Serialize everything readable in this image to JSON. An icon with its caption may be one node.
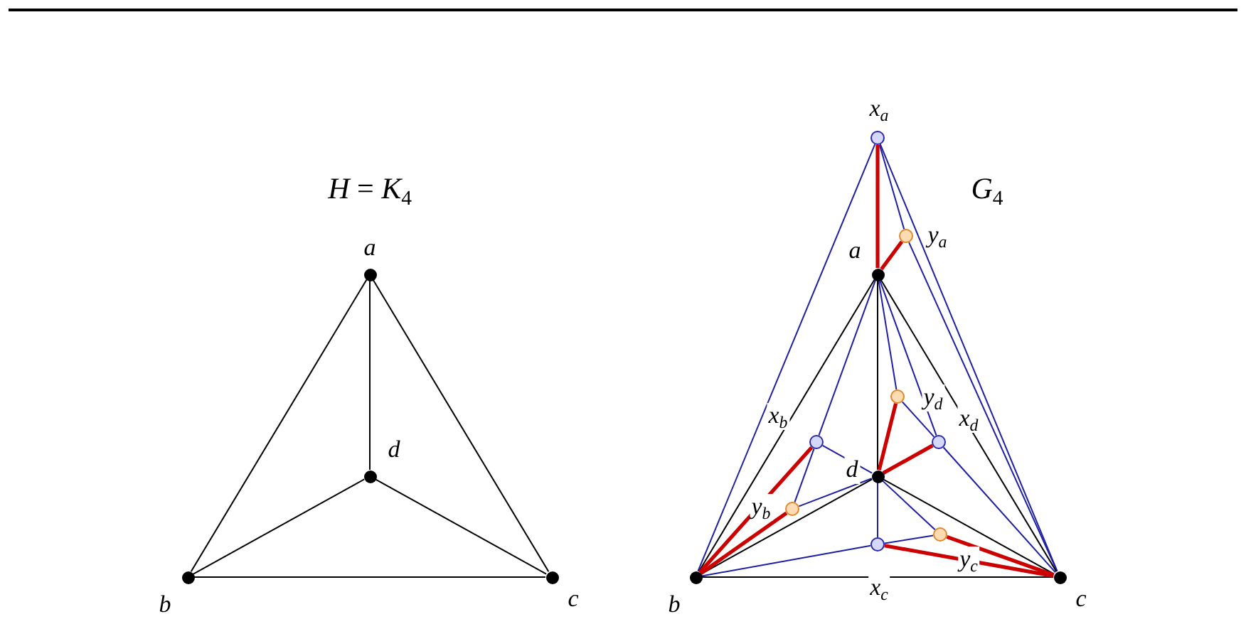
{
  "diagram": {
    "nodes": [
      {
        "text": [],
        "shape": "circle",
        "beside": [
          "a"
        ]
      },
      {
        "text": [],
        "shape": "circle",
        "beside": [
          "d"
        ]
      },
      {
        "text": [],
        "shape": "circle",
        "beside": [
          "b"
        ]
      },
      {
        "text": [],
        "shape": "circle",
        "beside": [
          "c"
        ]
      },
      {
        "text": [],
        "shape": "circle",
        "beside": [
          "x$_{a}$"
        ]
      },
      {
        "text": [],
        "shape": "circle",
        "beside": [
          "y$_{a}$"
        ]
      },
      {
        "text": [],
        "shape": "circle",
        "beside": [
          "a"
        ]
      },
      {
        "text": [],
        "shape": "circle",
        "beside": [
          "y$_{d}$"
        ]
      },
      {
        "text": [],
        "shape": "circle",
        "beside": [
          "x$_{b}$"
        ]
      },
      {
        "text": [],
        "shape": "circle",
        "beside": [
          "x$_{d}$"
        ]
      },
      {
        "text": [],
        "shape": "circle",
        "beside": [
          "d"
        ]
      },
      {
        "text": [],
        "shape": "circle",
        "beside": [
          "y$_{b}$"
        ]
      },
      {
        "text": [],
        "shape": "circle",
        "beside": [
          "y$_{c}$"
        ]
      },
      {
        "text": [],
        "shape": "circle",
        "beside": [
          "x$_{c}$"
        ]
      },
      {
        "text": [],
        "shape": "circle",
        "beside": [
          "b"
        ]
      },
      {
        "text": [],
        "shape": "circle",
        "beside": [
          "c"
        ]
      }
    ],
    "edges": [
      {
        "from": 0,
        "to": 2,
        "arrow": "none",
        "color": "#000000"
      },
      {
        "from": 0,
        "to": 3,
        "arrow": "none",
        "color": "#000000"
      },
      {
        "from": 0,
        "to": 1,
        "arrow": "none",
        "color": "#000000"
      },
      {
        "from": 2,
        "to": 3,
        "arrow": "none",
        "color": "#000000"
      },
      {
        "from": 2,
        "to": 1,
        "arrow": "none",
        "color": "#000000"
      },
      {
        "from": 1,
        "to": 3,
        "arrow": "none",
        "color": "#000000"
      },
      {
        "from": 4,
        "to": 14,
        "arrow": "none"
      },
      {
        "from": 4,
        "to": 15,
        "arrow": "none"
      },
      {
        "from": 4,
        "to": 5,
        "arrow": "none"
      },
      {
        "from": 5,
        "to": 15,
        "arrow": "none"
      },
      {
        "from": 6,
        "to": 8,
        "arrow": "none"
      },
      {
        "from": 8,
        "to": 10,
        "arrow": "none"
      },
      {
        "from": 8,
        "to": 11,
        "arrow": "none"
      },
      {
        "from": 11,
        "to": 10,
        "arrow": "none"
      },
      {
        "from": 6,
        "to": 7,
        "arrow": "none"
      },
      {
        "from": 6,
        "to": 9,
        "arrow": "none"
      },
      {
        "from": 7,
        "to": 9,
        "arrow": "none"
      },
      {
        "from": 9,
        "to": 15,
        "arrow": "none"
      },
      {
        "from": 13,
        "to": 14,
        "arrow": "none"
      },
      {
        "from": 13,
        "to": 10,
        "arrow": "none"
      },
      {
        "from": 13,
        "to": 12,
        "arrow": "none"
      },
      {
        "from": 12,
        "to": 10,
        "arrow": "none"
      },
      {
        "from": 6,
        "to": 14,
        "arrow": "none",
        "color": "#000000"
      },
      {
        "from": 6,
        "to": 15,
        "arrow": "none",
        "color": "#000000"
      },
      {
        "from": 6,
        "to": 10,
        "arrow": "none",
        "color": "#000000"
      },
      {
        "from": 14,
        "to": 15,
        "arrow": "none",
        "color": "#000000"
      },
      {
        "from": 14,
        "to": 10,
        "arrow": "none",
        "color": "#000000"
      },
      {
        "from": 10,
        "to": 15,
        "arrow": "none",
        "color": "#000000"
      },
      {
        "from": 4,
        "to": 6,
        "arrow": "none",
        "style": "thick",
        "color": "#cc0000"
      },
      {
        "from": 6,
        "to": 5,
        "arrow": "none",
        "style": "thick",
        "color": "#cc0000"
      },
      {
        "from": 10,
        "to": 7,
        "arrow": "none",
        "style": "thick",
        "color": "#cc0000"
      },
      {
        "from": 10,
        "to": 9,
        "arrow": "none",
        "style": "thick",
        "color": "#cc0000"
      },
      {
        "from": 8,
        "to": 14,
        "arrow": "none",
        "style": "thick",
        "color": "#cc0000"
      },
      {
        "from": 11,
        "to": 14,
        "arrow": "none",
        "style": "thick",
        "color": "#cc0000"
      },
      {
        "from": 13,
        "to": 15,
        "arrow": "none",
        "style": "thick",
        "color": "#cc0000"
      },
      {
        "from": 12,
        "to": 15,
        "arrow": "none",
        "style": "thick",
        "color": "#cc0000"
      }
    ],
    "labels": [
      "*H* = *K*$_{4}$",
      "*G*$_{4}$"
    ]
  }
}
